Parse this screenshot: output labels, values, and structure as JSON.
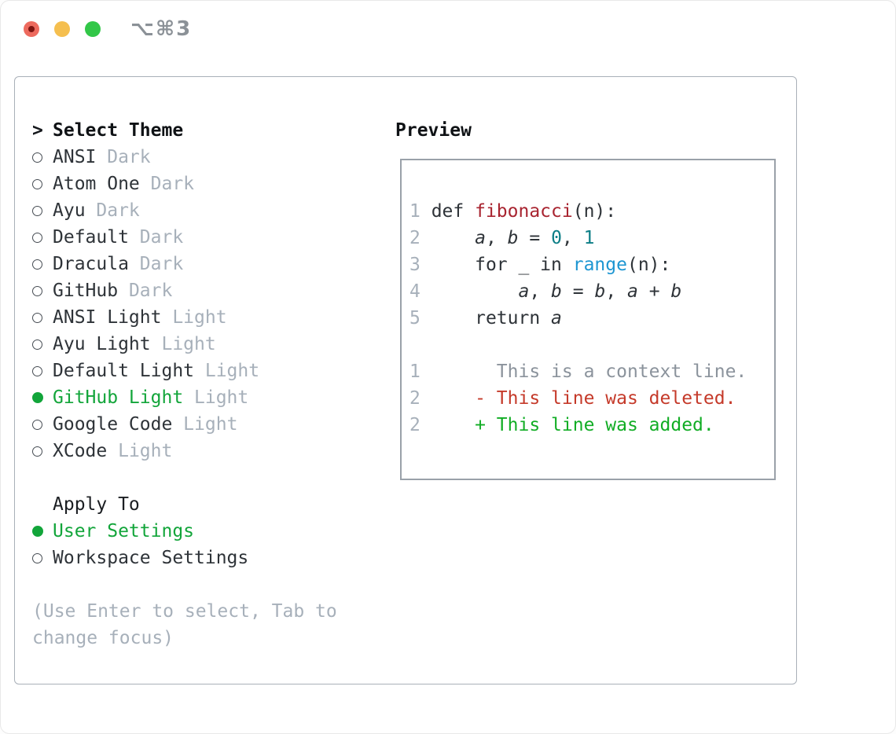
{
  "window": {
    "title": "⌥⌘3"
  },
  "colors": {
    "accent_green": "#12a53a",
    "muted_gray": "#a7b0ba",
    "text_dark": "#2e3338",
    "syntax_function_red": "#a82430",
    "syntax_number_teal": "#0c7e86",
    "syntax_call_blue": "#1d96d2",
    "diff_deleted_red": "#c53a2a",
    "diff_added_green": "#12ad25",
    "panel_border": "#a9b0b8",
    "preview_border": "#9aa1a9"
  },
  "theme_picker": {
    "prompt": ">",
    "header": "Select Theme",
    "themes": [
      {
        "name": "ANSI",
        "variant": "Dark",
        "selected": false
      },
      {
        "name": "Atom One",
        "variant": "Dark",
        "selected": false
      },
      {
        "name": "Ayu",
        "variant": "Dark",
        "selected": false
      },
      {
        "name": "Default",
        "variant": "Dark",
        "selected": false
      },
      {
        "name": "Dracula",
        "variant": "Dark",
        "selected": false
      },
      {
        "name": "GitHub",
        "variant": "Dark",
        "selected": false
      },
      {
        "name": "ANSI Light",
        "variant": "Light",
        "selected": false
      },
      {
        "name": "Ayu Light",
        "variant": "Light",
        "selected": false
      },
      {
        "name": "Default Light",
        "variant": "Light",
        "selected": false
      },
      {
        "name": "GitHub Light",
        "variant": "Light",
        "selected": true
      },
      {
        "name": "Google Code",
        "variant": "Light",
        "selected": false
      },
      {
        "name": "XCode",
        "variant": "Light",
        "selected": false
      }
    ],
    "apply_to": {
      "header": "Apply To",
      "options": [
        {
          "label": "User Settings",
          "selected": true
        },
        {
          "label": "Workspace Settings",
          "selected": false
        }
      ]
    },
    "hint": "(Use Enter to select, Tab to change focus)"
  },
  "preview": {
    "header": "Preview",
    "lines": [
      {
        "tokens": [
          {
            "t": "1 ",
            "c": "ln"
          },
          {
            "t": "def ",
            "c": "code"
          },
          {
            "t": "fibonacci",
            "c": "fn"
          },
          {
            "t": "(n):",
            "c": "code"
          }
        ]
      },
      {
        "tokens": [
          {
            "t": "2 ",
            "c": "ln"
          },
          {
            "t": "    ",
            "c": "code"
          },
          {
            "t": "a",
            "c": "var"
          },
          {
            "t": ", ",
            "c": "code"
          },
          {
            "t": "b",
            "c": "var"
          },
          {
            "t": " = ",
            "c": "code"
          },
          {
            "t": "0",
            "c": "num"
          },
          {
            "t": ", ",
            "c": "code"
          },
          {
            "t": "1",
            "c": "num"
          }
        ]
      },
      {
        "tokens": [
          {
            "t": "3 ",
            "c": "ln"
          },
          {
            "t": "    for _ in ",
            "c": "code"
          },
          {
            "t": "range",
            "c": "call"
          },
          {
            "t": "(n):",
            "c": "code"
          }
        ]
      },
      {
        "tokens": [
          {
            "t": "4 ",
            "c": "ln"
          },
          {
            "t": "        ",
            "c": "code"
          },
          {
            "t": "a",
            "c": "var"
          },
          {
            "t": ", ",
            "c": "code"
          },
          {
            "t": "b",
            "c": "var"
          },
          {
            "t": " = ",
            "c": "code"
          },
          {
            "t": "b",
            "c": "var"
          },
          {
            "t": ", ",
            "c": "code"
          },
          {
            "t": "a",
            "c": "var"
          },
          {
            "t": " + ",
            "c": "code"
          },
          {
            "t": "b",
            "c": "var"
          }
        ]
      },
      {
        "tokens": [
          {
            "t": "5 ",
            "c": "ln"
          },
          {
            "t": "    return ",
            "c": "code"
          },
          {
            "t": "a",
            "c": "var"
          }
        ]
      },
      {
        "tokens": []
      },
      {
        "tokens": [
          {
            "t": "1",
            "c": "ln"
          },
          {
            "t": "       ",
            "c": "code"
          },
          {
            "t": "This is a context line.",
            "c": "ctx"
          }
        ]
      },
      {
        "tokens": [
          {
            "t": "2",
            "c": "ln"
          },
          {
            "t": "     ",
            "c": "code"
          },
          {
            "t": "- This line was deleted.",
            "c": "del"
          }
        ]
      },
      {
        "tokens": [
          {
            "t": "2",
            "c": "ln"
          },
          {
            "t": "     ",
            "c": "code"
          },
          {
            "t": "+ This line was added.",
            "c": "add"
          }
        ]
      }
    ]
  }
}
